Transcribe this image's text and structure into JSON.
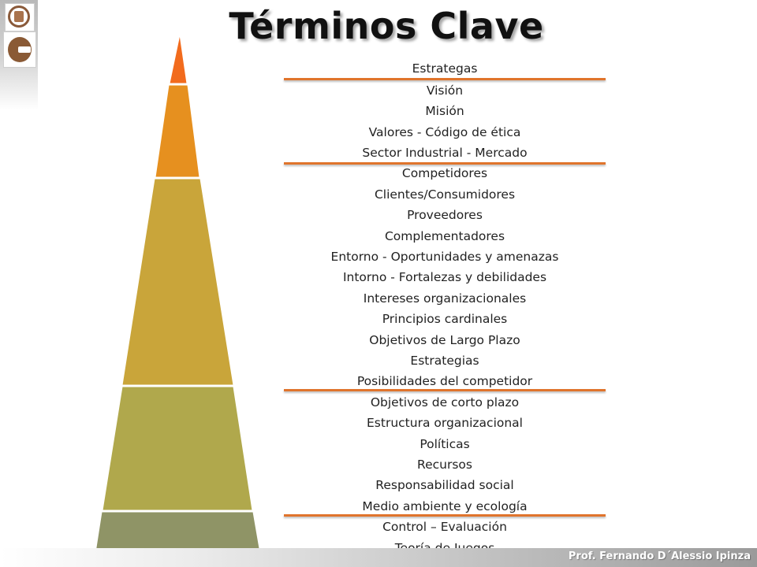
{
  "slide": {
    "title": "Términos Clave",
    "footer_text": "Prof. Fernando D´Alessio Ipinza"
  },
  "items": [
    "Estrategas",
    "Visión",
    "Misión",
    "Valores - Código de ética",
    "Sector Industrial - Mercado",
    "Competidores",
    "Clientes/Consumidores",
    "Proveedores",
    "Complementadores",
    "Entorno - Oportunidades y amenazas",
    "Intorno -  Fortalezas y debilidades",
    "Intereses organizacionales",
    "Principios cardinales",
    "Objetivos de Largo Plazo",
    "Estrategias",
    "Posibilidades del competidor",
    "Objetivos de corto plazo",
    "Estructura organizacional",
    "Políticas",
    "Recursos",
    "Responsabilidad social",
    "Medio ambiente y ecología",
    "Control – Evaluación",
    "Teoría de Juegos"
  ],
  "pyramid_colors": [
    "#f26b1d",
    "#e6901f",
    "#c9a53a",
    "#b0a84c",
    "#8f9466"
  ],
  "divider_color": "#e0742c"
}
